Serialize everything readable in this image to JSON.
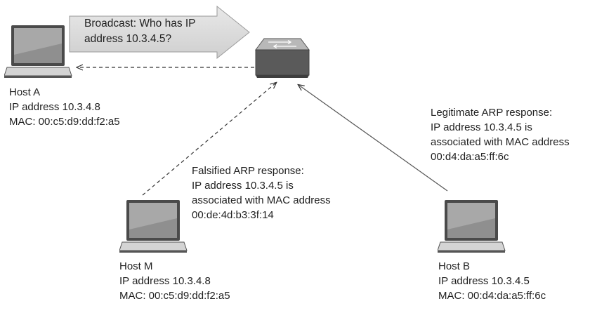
{
  "broadcast": {
    "line1": "Broadcast: Who has IP",
    "line2": "address 10.3.4.5?"
  },
  "hosts": {
    "a": {
      "name": "Host A",
      "ip": "IP address 10.3.4.8",
      "mac": "MAC: 00:c5:d9:dd:f2:a5"
    },
    "m": {
      "name": "Host M",
      "ip": "IP address 10.3.4.8",
      "mac": "MAC: 00:c5:d9:dd:f2:a5"
    },
    "b": {
      "name": "Host B",
      "ip": "IP address 10.3.4.5",
      "mac": "MAC: 00:d4:da:a5:ff:6c"
    }
  },
  "falsified_response": {
    "line1": "Falsified ARP response:",
    "line2": "IP address 10.3.4.5 is",
    "line3": "associated with MAC address",
    "line4": "00:de:4d:b3:3f:14"
  },
  "legitimate_response": {
    "line1": "Legitimate ARP response:",
    "line2": "IP address 10.3.4.5 is",
    "line3": "associated with MAC address",
    "line4": "00:d4:da:a5:ff:6c"
  },
  "colors": {
    "line": "#333333",
    "arrow_fill": "#d9d9d9",
    "device_dark": "#4a4a4a",
    "device_light": "#9a9a9a"
  },
  "icons": [
    "laptop-icon",
    "network-switch-icon"
  ]
}
